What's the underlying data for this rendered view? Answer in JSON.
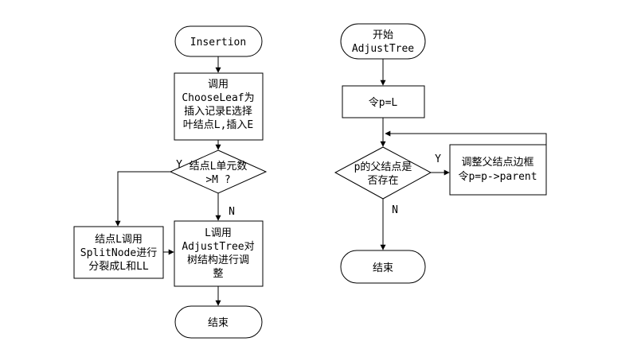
{
  "colors": {
    "line": "#000000",
    "background": "#ffffff"
  },
  "left": {
    "start": "Insertion",
    "choose_leaf": [
      "调用",
      "ChooseLeaf为",
      "插入记录E选择",
      "叶结点L,插入E"
    ],
    "decision": [
      "结点L单元数",
      ">M ?"
    ],
    "yes_label": "Y",
    "no_label": "N",
    "split_node": [
      "结点L调用",
      "SplitNode进行",
      "分裂成L和LL"
    ],
    "adjust_tree": [
      "L调用",
      "AdjustTree对",
      "树结构进行调",
      "整"
    ],
    "end": "结束"
  },
  "right": {
    "start": [
      "开始",
      "AdjustTree"
    ],
    "assign": "令p=L",
    "decision": [
      "p的父结点是",
      "否存在"
    ],
    "yes_label": "Y",
    "no_label": "N",
    "adjust_parent": [
      "调整父结点边框",
      "令p=p->parent"
    ],
    "end": "结束"
  }
}
